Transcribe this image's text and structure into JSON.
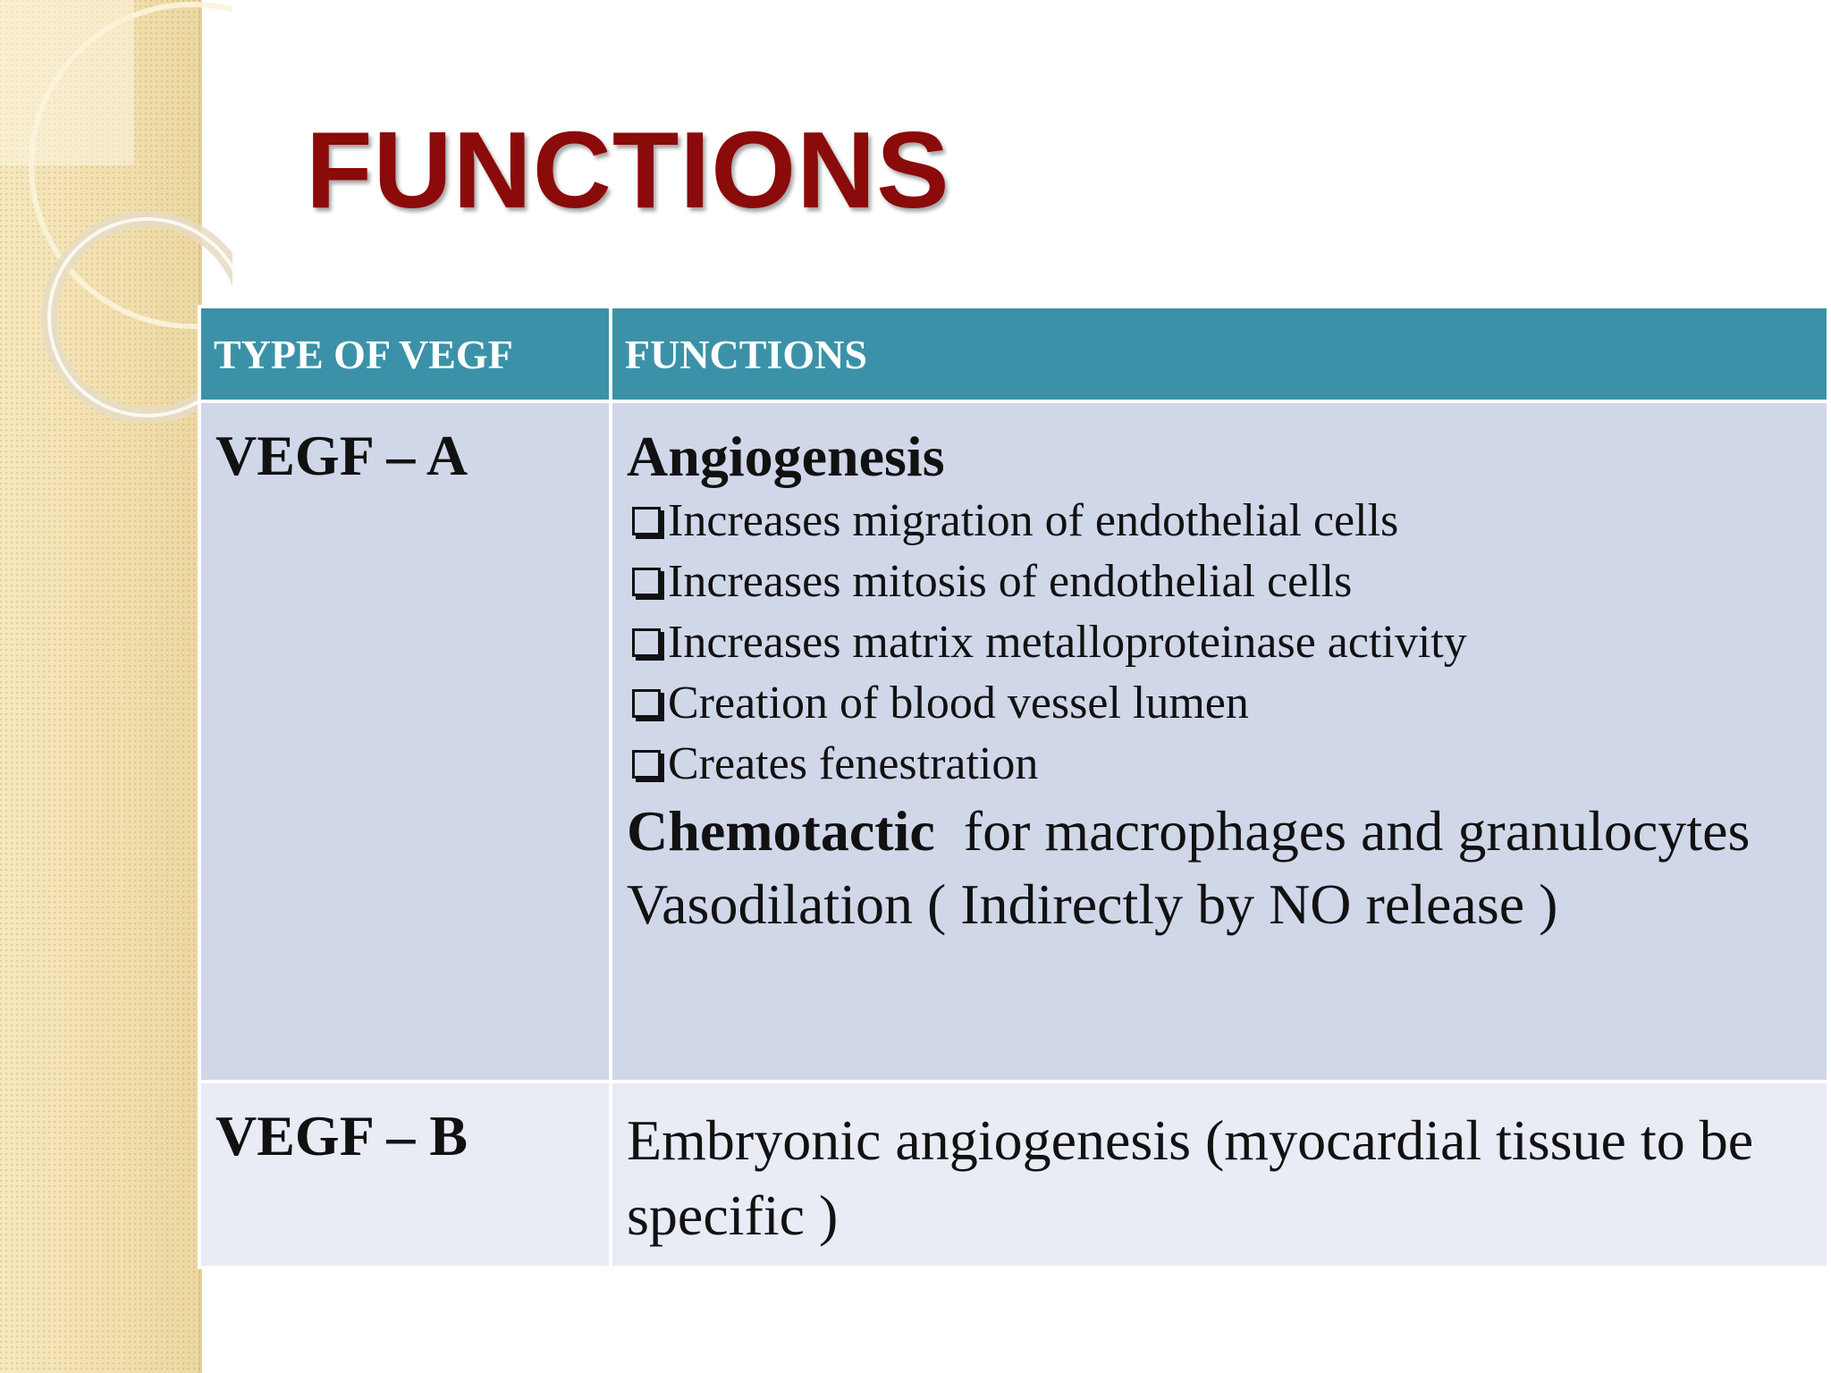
{
  "slide": {
    "title": "FUNCTIONS",
    "colors": {
      "title": "#8b0a0a",
      "header_bg": "#3b92a8",
      "row1_bg": "#d0d7e9",
      "row2_bg": "#e9ebf5",
      "side_strip": "#f3e3b3"
    }
  },
  "table": {
    "headers": [
      "TYPE OF VEGF",
      "FUNCTIONS"
    ],
    "rows": [
      {
        "type": "VEGF – A",
        "heading": "Angiogenesis",
        "bullet_icon": "checkbox-square-icon",
        "bullets": [
          "Increases migration of endothelial cells",
          "Increases mitosis of endothelial cells",
          "Increases matrix metalloproteinase activity",
          "Creation of blood vessel lumen",
          "Creates fenestration"
        ],
        "chemotactic_bold": "Chemotactic",
        "chemotactic_rest": "  for macrophages and granulocytes",
        "vasodilation": "Vasodilation ( Indirectly by NO release )"
      },
      {
        "type": "VEGF – B",
        "function": "Embryonic angiogenesis (myocardial tissue to be specific )"
      }
    ]
  }
}
